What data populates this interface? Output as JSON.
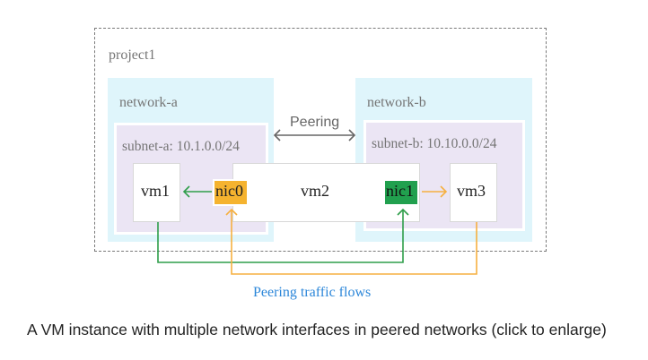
{
  "diagram": {
    "project_label": "project1",
    "network_a": {
      "label": "network-a",
      "subnet_label": "subnet-a: 10.1.0.0/24"
    },
    "network_b": {
      "label": "network-b",
      "subnet_label": "subnet-b: 10.10.0.0/24"
    },
    "peering_label": "Peering",
    "vm1_label": "vm1",
    "vm2_label": "vm2",
    "vm3_label": "vm3",
    "nic0_label": "nic0",
    "nic1_label": "nic1",
    "flows_label": "Peering traffic flows",
    "caption": "A VM instance with multiple network interfaces in peered networks (click to enlarge)"
  },
  "colors": {
    "network_fill": "#dff5fb",
    "subnet_fill": "#ebe5f4",
    "nic0_fill": "#f5b32f",
    "nic1_fill": "#21a04e",
    "green_flow": "#2f9e4a",
    "orange_flow": "#f6b040",
    "peering_arrow": "#666666",
    "flows_text": "#2b86d9",
    "label_gray": "#757575",
    "caption_text": "#222222"
  }
}
